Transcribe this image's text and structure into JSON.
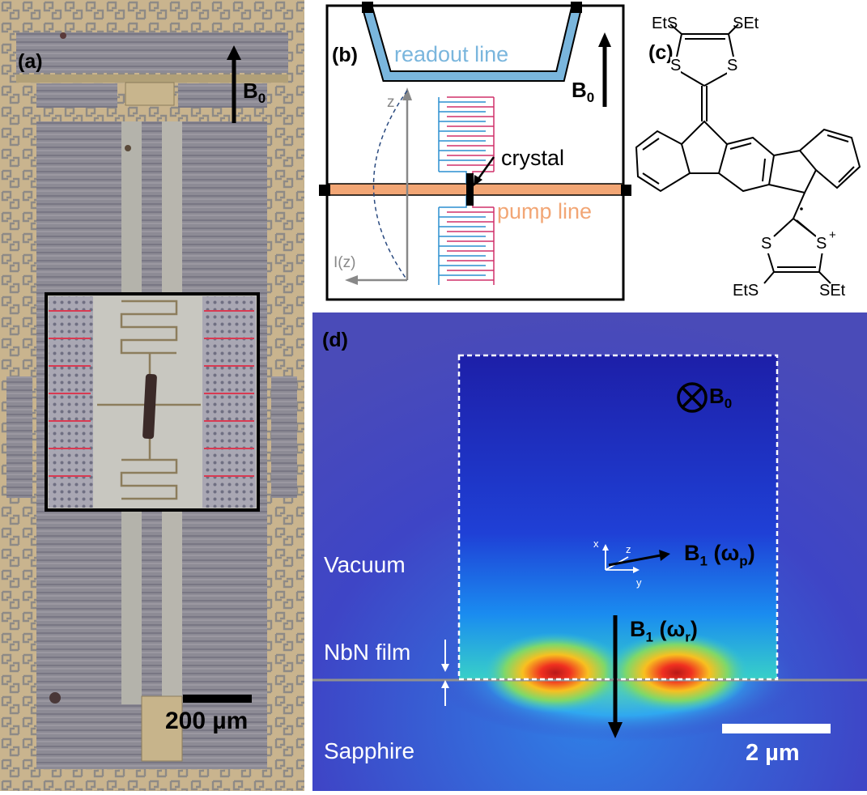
{
  "panel_a": {
    "label": "(a)",
    "field_label": "B",
    "field_sub": "0",
    "scalebar": "200 µm"
  },
  "panel_b": {
    "label": "(b)",
    "readout": "readout line",
    "pump": "pump line",
    "crystal": "crystal",
    "field_label": "B",
    "field_sub": "0",
    "z_axis": "z",
    "current": "I(z)"
  },
  "panel_c": {
    "label": "(c)",
    "ets_top_left": "EtS",
    "set_top_right": "SEt",
    "s_top_left": "S",
    "s_top_right": "S",
    "s_bot_left": "S",
    "s_bot_right": "S",
    "plus": "+",
    "dot": "·",
    "ets_bot_left": "EtS",
    "set_bot_right": "SEt"
  },
  "panel_d": {
    "label": "(d)",
    "b0": "B",
    "b0_sub": "0",
    "vacuum": "Vacuum",
    "nbn": "NbN film",
    "sapphire": "Sapphire",
    "b1p": "B",
    "b1p_sub": "1",
    "b1p_arg": "(ω",
    "b1p_arg_sub": "p",
    "b1r": "B",
    "b1r_sub": "1",
    "b1r_arg": "(ω",
    "b1r_arg_sub": "r",
    "close_paren": ")",
    "ax_x": "x",
    "ax_y": "y",
    "ax_z": "z",
    "scalebar": "2 µm"
  },
  "colors": {
    "chip_bg": "#b8a88a",
    "chip_trace": "#7a7c8a",
    "readout_line": "#7ab6dd",
    "pump_line": "#f2a675",
    "resonator_red": "#d0306a",
    "resonator_blue": "#2b8fd0",
    "field_bg": "#3c3fc0"
  }
}
